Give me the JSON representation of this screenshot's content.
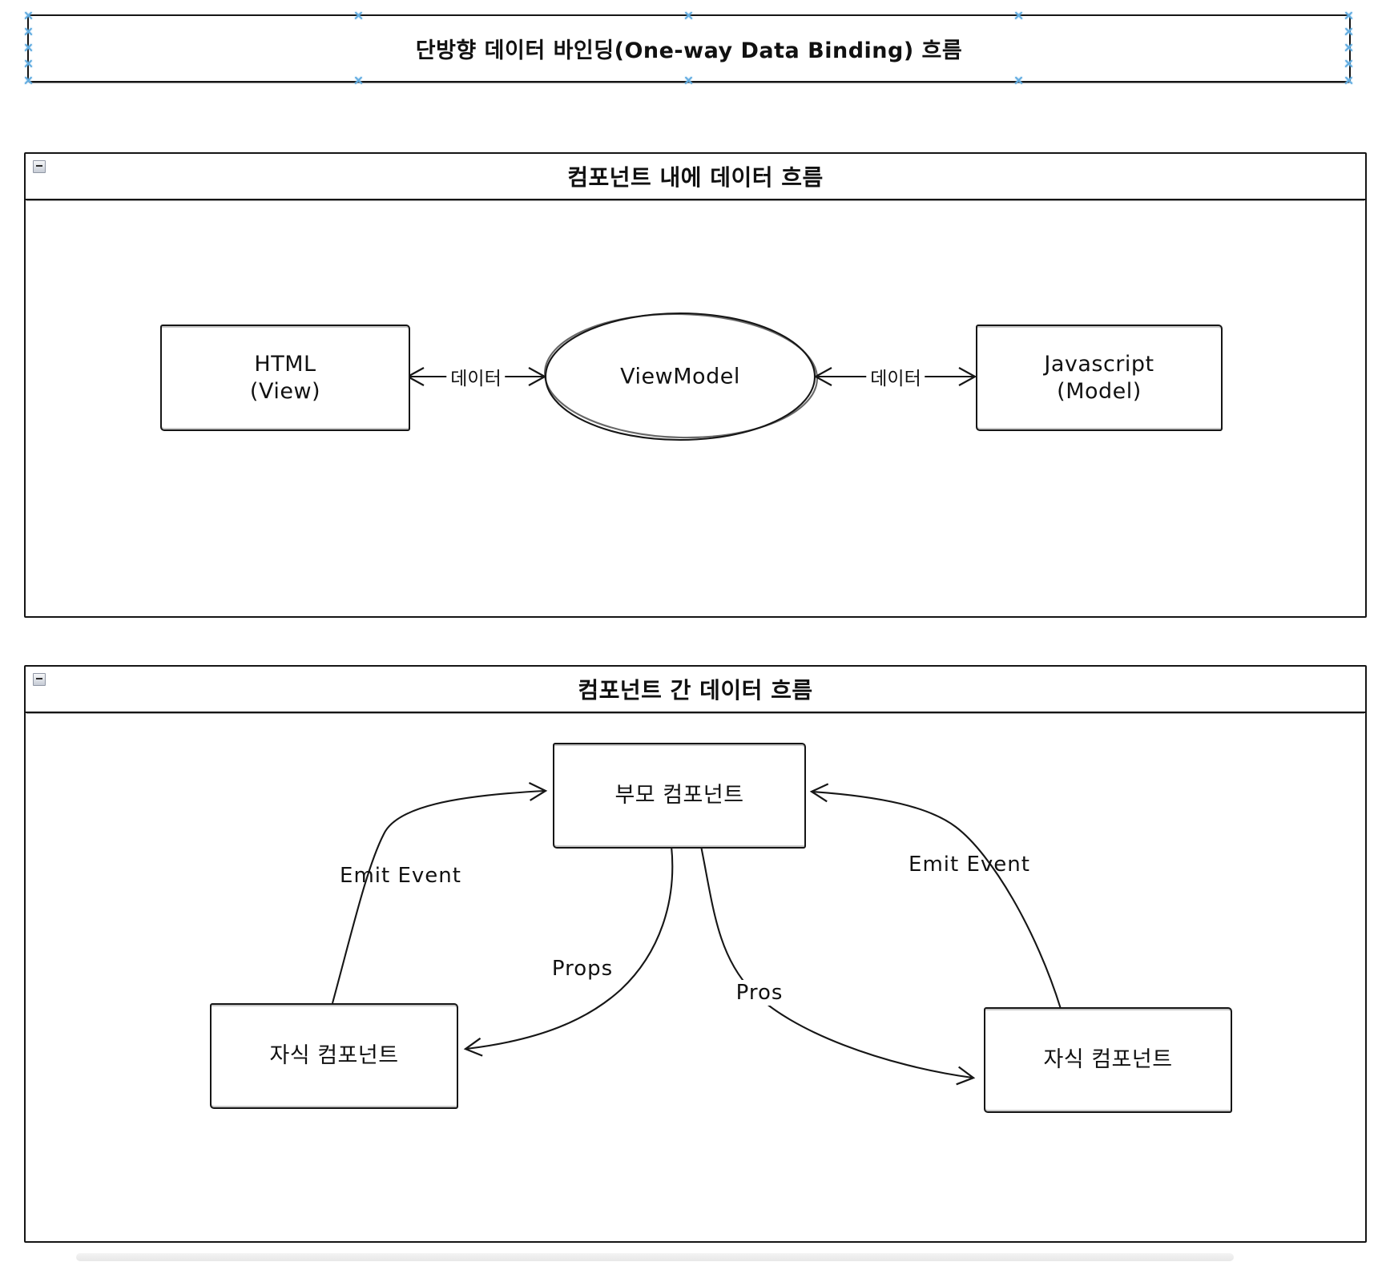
{
  "selection": {
    "color": "#61ace0"
  },
  "title_box": {
    "text": "단방향 데이터 바인딩(One-way Data Binding) 흐름"
  },
  "flow_inner": {
    "title": "컴포넌트 내에 데이터 흐름",
    "nodes": {
      "view": {
        "line1": "HTML",
        "line2": "(View)"
      },
      "viewmodel": {
        "label": "ViewModel"
      },
      "model": {
        "line1": "Javascript",
        "line2": "(Model)"
      }
    },
    "edges": {
      "view_viewmodel_label": "데이터",
      "viewmodel_model_label": "데이터"
    }
  },
  "flow_between": {
    "title": "컴포넌트 간 데이터 흐름",
    "nodes": {
      "parent": {
        "label": "부모 컴포넌트"
      },
      "child_left": {
        "label": "자식 컴포넌트"
      },
      "child_right": {
        "label": "자식 컴포넌트"
      }
    },
    "edges": {
      "emit_left_label": "Emit Event",
      "emit_right_label": "Emit Event",
      "props_left_label": "Props",
      "props_right_label": "Pros"
    }
  }
}
